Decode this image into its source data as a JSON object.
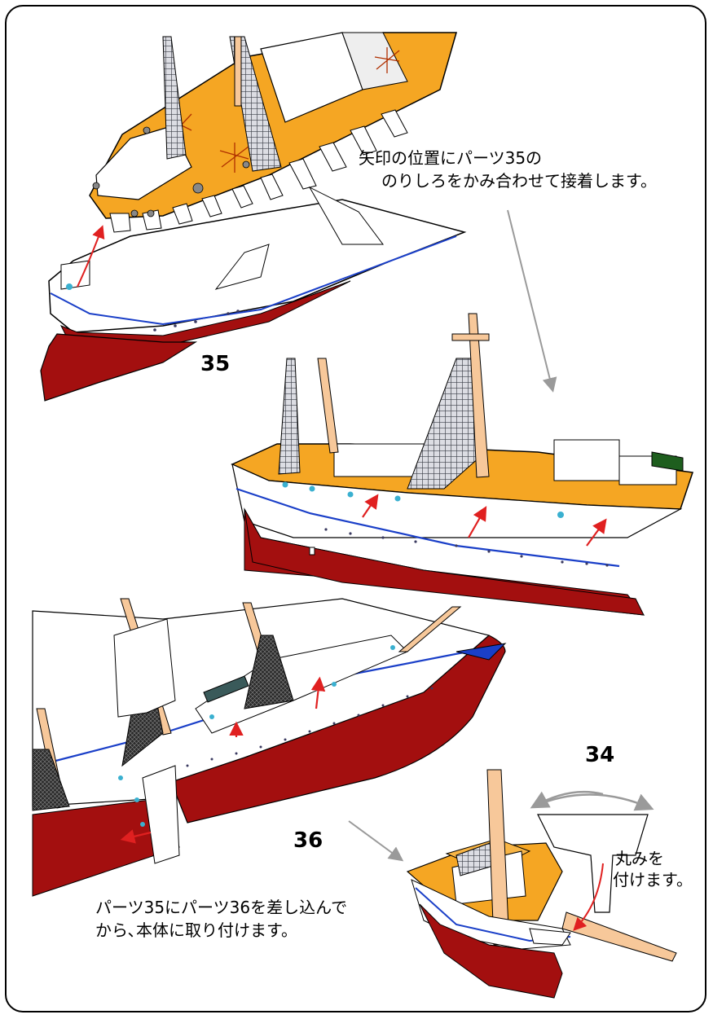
{
  "instructions": {
    "top_line1": "矢印の位置にパーツ35の",
    "top_line2": "のりしろをかみ合わせて接着します。",
    "round_line1": "丸みを",
    "round_line2": "付けます。",
    "bottom_line1": "パーツ35にパーツ36を差し込んで",
    "bottom_line2": "から､本体に取り付けます。"
  },
  "part_labels": {
    "p35": "35",
    "p36": "36",
    "p34": "34"
  },
  "colors": {
    "deck_orange": "#f5a623",
    "deck_light": "#f8b545",
    "hull_red": "#a30f0f",
    "mast_tan": "#f7c89a",
    "rigging_grid": "#4a4f59",
    "stripe_blue": "#1a3fc8",
    "porthole_cyan": "#3ab0d0",
    "arrow_red": "#e02020",
    "pointer_gray": "#9a9a9a"
  }
}
